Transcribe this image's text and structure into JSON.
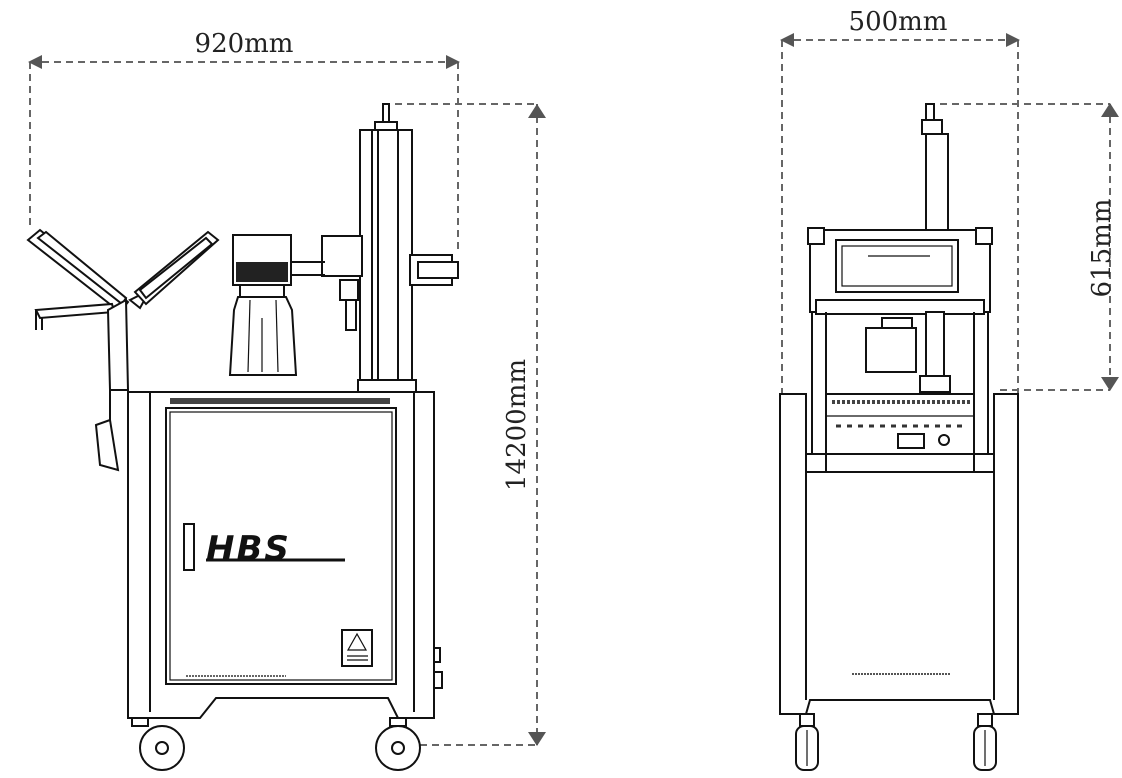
{
  "dimensions": {
    "side_width": "920mm",
    "side_height": "14200mm",
    "front_width": "500mm",
    "front_height": "615mm"
  },
  "brand": {
    "logo_text": "HBS"
  }
}
